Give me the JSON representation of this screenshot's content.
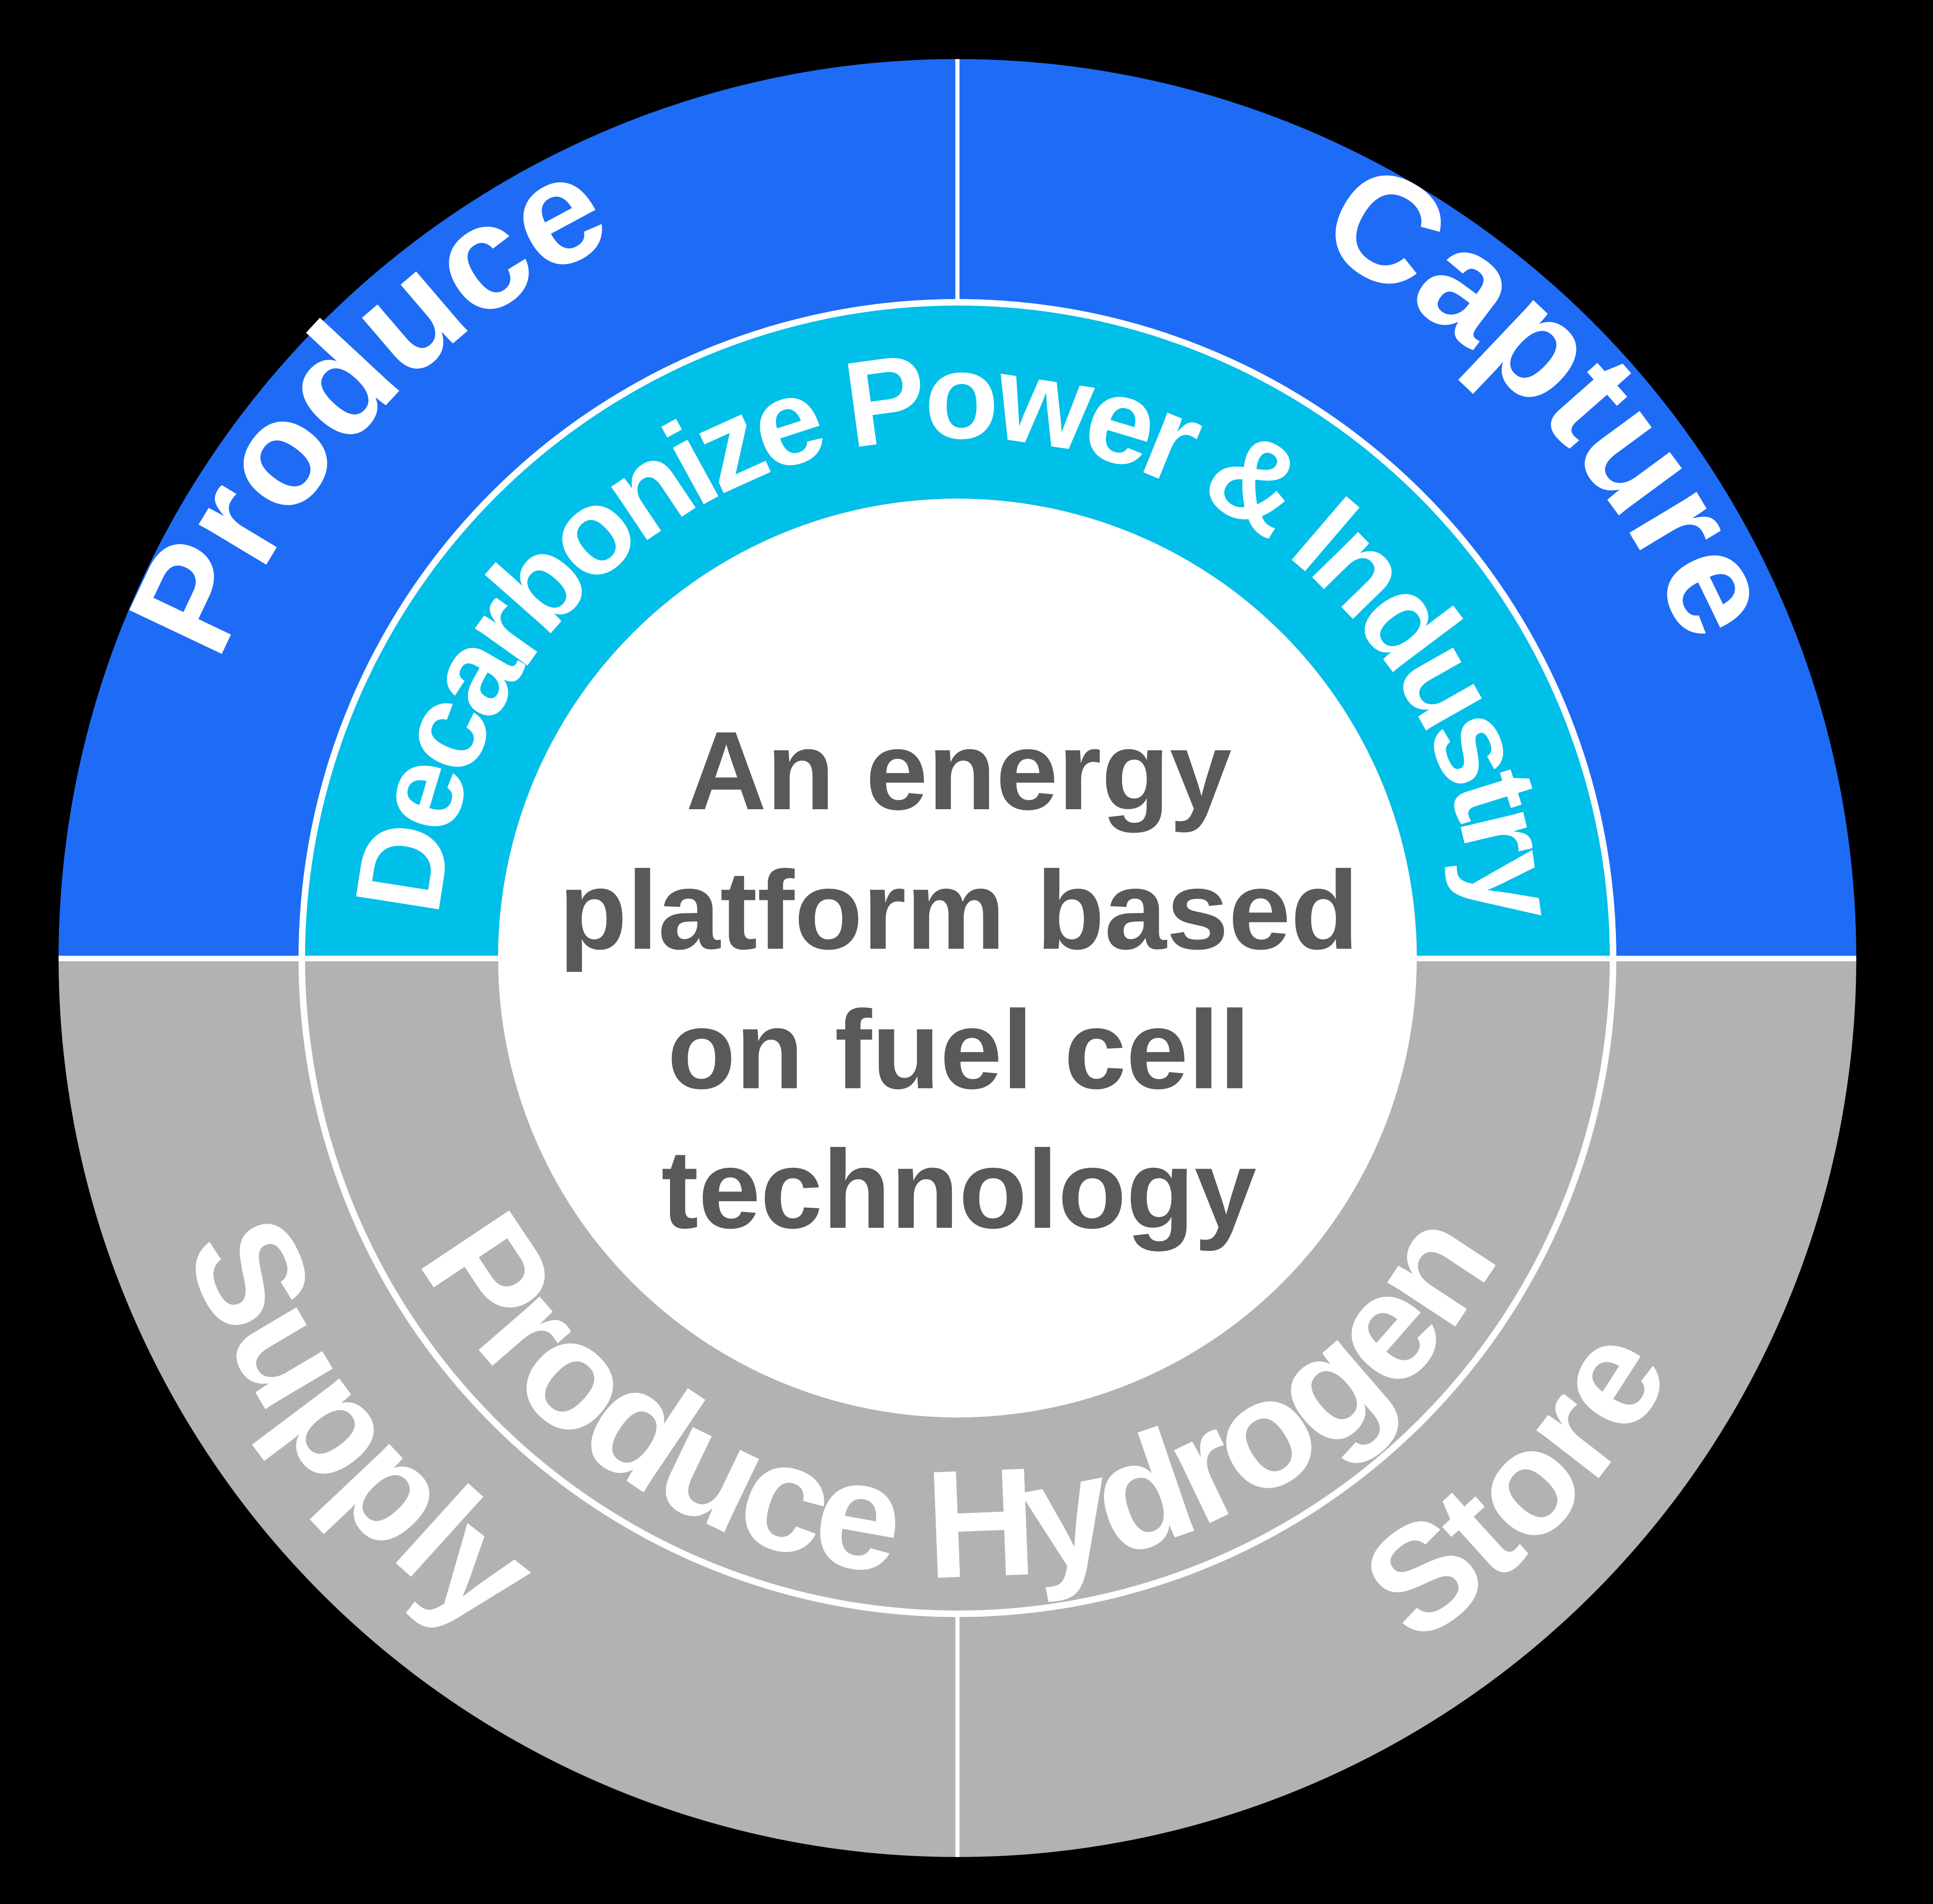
{
  "colors": {
    "background": "#000000",
    "blue": "#1E6CF5",
    "cyan": "#00BFE9",
    "gray": "#B2B2B2",
    "white": "#FFFFFF",
    "center_text": "#59595B"
  },
  "outer_ring": {
    "top_left_label": "Produce",
    "top_right_label": "Capture",
    "bottom_left_label": "Supply",
    "bottom_right_label": "Store"
  },
  "middle_ring": {
    "top_label": "Decarbonize Power & Industry",
    "bottom_label": "Produce Hydrogen"
  },
  "center": {
    "lines": [
      "An energy",
      "platform based",
      "on fuel cell",
      "technology"
    ]
  }
}
